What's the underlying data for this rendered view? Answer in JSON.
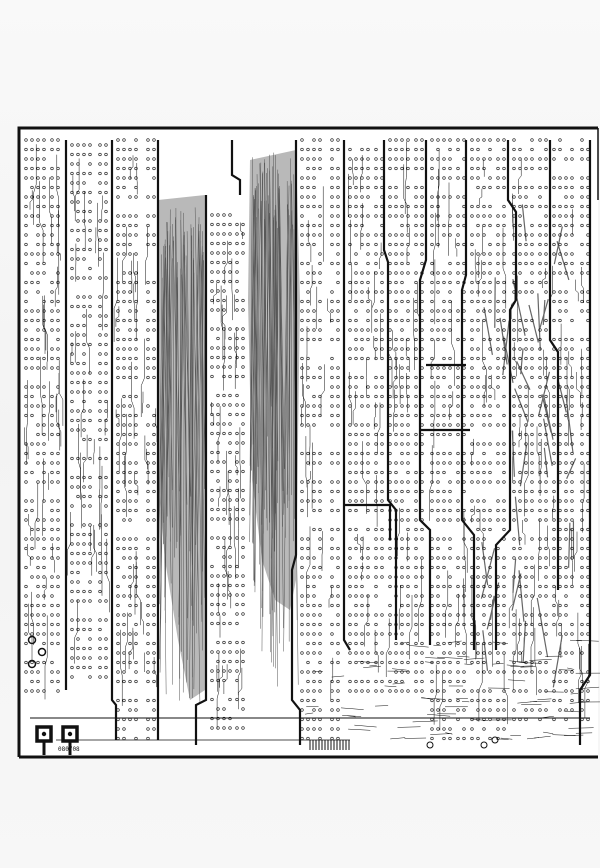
{
  "document": {
    "kind": "printed circuit board artwork (film / photoplot)",
    "board_label": "080708"
  },
  "colors": {
    "paper": "#f6f6f6",
    "board_background": "#ffffff",
    "copper": "#111111",
    "dense_trace_fill": "#7f7f7f"
  },
  "board_layout": {
    "component_columns": 13,
    "left_connector_pads": 2,
    "dense_trace_bands": 2
  }
}
